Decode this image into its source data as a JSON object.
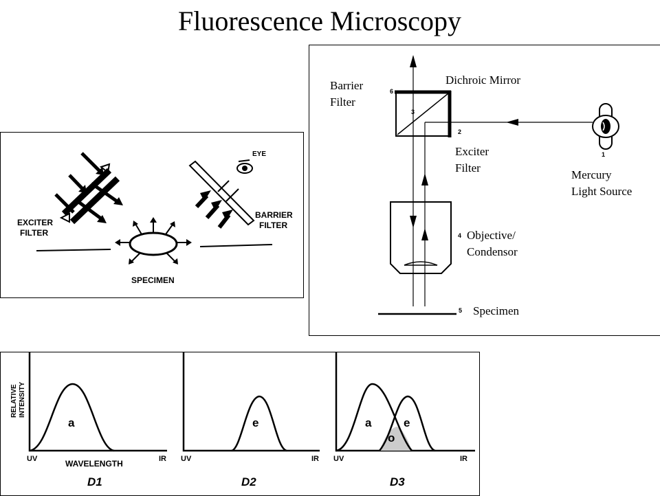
{
  "title": "Fluorescence Microscopy",
  "left_panel": {
    "exciter_line1": "EXCITER",
    "exciter_line2": "FILTER",
    "barrier_line1": "BARRIER",
    "barrier_line2": "FILTER",
    "specimen": "SPECIMEN",
    "eye": "EYE"
  },
  "right_panel": {
    "barrier_line1": "Barrier",
    "barrier_line2": "Filter",
    "dichroic": "Dichroic Mirror",
    "exciter_line1": "Exciter",
    "exciter_line2": "Filter",
    "mercury_line1": "Mercury",
    "mercury_line2": "Light Source",
    "objective_line1": "Objective/",
    "objective_line2": "Condensor",
    "specimen": "Specimen",
    "num1": "1",
    "num2": "2",
    "num3": "3",
    "num4": "4",
    "num5": "5",
    "num6": "6"
  },
  "spectra": {
    "ylabel_line1": "RELATIVE",
    "ylabel_line2": "INTENSITY",
    "xlabel": "WAVELENGTH",
    "uv": "UV",
    "ir": "IR",
    "d1": "D1",
    "d2": "D2",
    "d3": "D3",
    "a": "a",
    "e": "e",
    "o": "o"
  }
}
